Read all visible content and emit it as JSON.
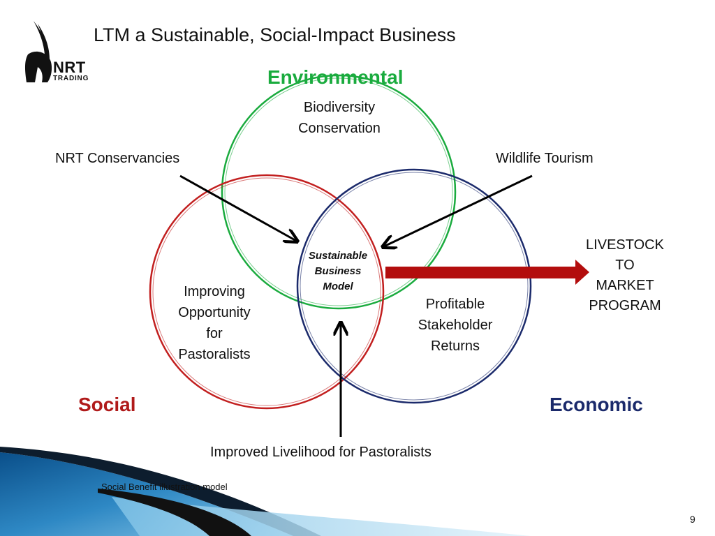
{
  "slide": {
    "title": "LTM a Sustainable, Social-Impact Business",
    "page_number": "9",
    "footnote": "Social Benefit illustration model"
  },
  "logo": {
    "line1": "NRT",
    "line2": "TRADING",
    "icon": "antelope-head-icon"
  },
  "venn": {
    "environmental": {
      "label": "Environmental",
      "inner_line1": "Biodiversity",
      "inner_line2": "Conservation",
      "color": "#1aab3e"
    },
    "social": {
      "label": "Social",
      "inner_line1": "Improving",
      "inner_line2": "Opportunity",
      "inner_line3": "for",
      "inner_line4": "Pastoralists",
      "color": "#b01a1a"
    },
    "economic": {
      "label": "Economic",
      "inner_line1": "Profitable",
      "inner_line2": "Stakeholder",
      "inner_line3": "Returns",
      "color": "#1b2a6b"
    },
    "center": {
      "line1": "Sustainable",
      "line2": "Business",
      "line3": "Model"
    }
  },
  "callouts": {
    "nrt_conservancies": "NRT Conservancies",
    "wildlife_tourism": "Wildlife Tourism",
    "improved_livelihood": "Improved Livelihood for Pastoralists"
  },
  "output": {
    "line1": "LIVESTOCK",
    "line2": "TO",
    "line3": "MARKET",
    "line4": "PROGRAM",
    "arrow_color": "#b30d0d"
  }
}
